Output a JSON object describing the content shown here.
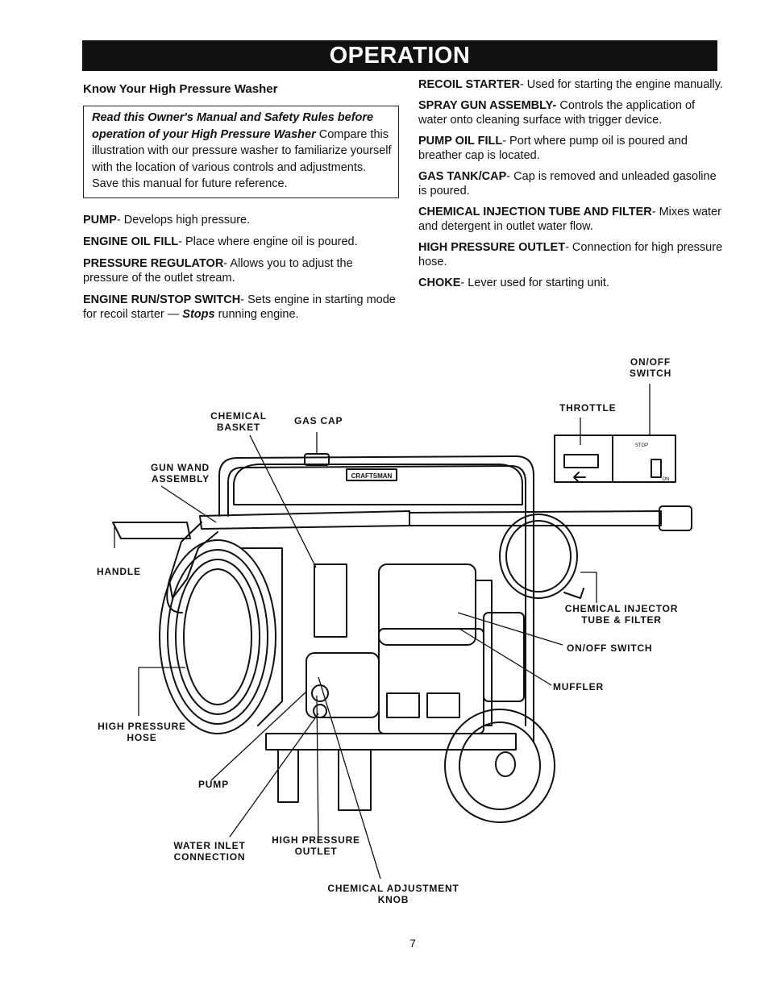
{
  "header": {
    "title": "OPERATION"
  },
  "intro": {
    "section_title": "Know Your High Pressure Washer",
    "notice_emphasis": "Read this Owner's Manual and Safety Rules before operation of your High Pressure Washer",
    "notice_text": " Compare this illustration with our pressure washer to familiarize yourself with the location of various controls and adjustments. Save this manual for future reference."
  },
  "definitions_left": [
    {
      "term": "PUMP",
      "desc": "- Develops high pressure."
    },
    {
      "term": "ENGINE OIL FILL",
      "desc": "- Place where engine oil is poured."
    },
    {
      "term": "PRESSURE REGULATOR",
      "desc": "- Allows you to adjust the pressure of the outlet stream."
    },
    {
      "term": "ENGINE RUN/STOP SWITCH",
      "desc": "- Sets engine in starting mode for recoil starter — ",
      "desc_emphasis": "Stops",
      "desc_tail": " running engine."
    }
  ],
  "definitions_right": [
    {
      "term": "RECOIL STARTER",
      "desc": "- Used for starting the engine manually."
    },
    {
      "term": "SPRAY GUN ASSEMBLY-",
      "desc": " Controls the application of water onto cleaning surface with trigger device."
    },
    {
      "term": "PUMP OIL FILL",
      "desc": "- Port where pump oil is poured and breather cap is located."
    },
    {
      "term": "GAS TANK/CAP",
      "desc": "- Cap is removed and unleaded gasoline is poured."
    },
    {
      "term": "CHEMICAL INJECTION TUBE AND FILTER",
      "desc": "- Mixes water and detergent in outlet water flow."
    },
    {
      "term": "HIGH PRESSURE OUTLET",
      "desc": "- Connection for high pressure hose."
    },
    {
      "term": "CHOKE",
      "desc": "- Lever used for starting unit."
    }
  ],
  "diagram": {
    "brand_plate": "CRAFTSMAN",
    "switch_stop": "STOP",
    "switch_on": "ON",
    "labels": {
      "on_off_switch_top": "ON/OFF\nSWITCH",
      "throttle": "THROTTLE",
      "chemical_basket": "CHEMICAL\nBASKET",
      "gas_cap": "GAS CAP",
      "gun_wand_assembly": "GUN WAND\nASSEMBLY",
      "handle": "HANDLE",
      "chemical_injector": "CHEMICAL INJECTOR\nTUBE & FILTER",
      "on_off_switch_side": "ON/OFF SWITCH",
      "muffler": "MUFFLER",
      "high_pressure_hose": "HIGH PRESSURE\nHOSE",
      "pump": "PUMP",
      "water_inlet": "WATER INLET\nCONNECTION",
      "high_pressure_outlet": "HIGH PRESSURE\nOUTLET",
      "chemical_adjustment_knob": "CHEMICAL ADJUSTMENT\nKNOB"
    }
  },
  "page_number": "7"
}
